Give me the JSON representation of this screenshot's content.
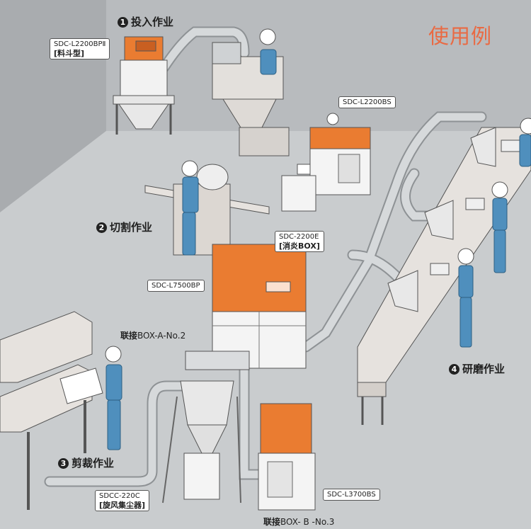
{
  "title": "使用例",
  "tasks": {
    "t1": {
      "num": "1",
      "label": "投入作业"
    },
    "t2": {
      "num": "2",
      "label": "切割作业"
    },
    "t3": {
      "num": "3",
      "label": "剪裁作业"
    },
    "t4": {
      "num": "4",
      "label": "研磨作业"
    }
  },
  "models": {
    "hopper": {
      "name": "SDC-L2200BPⅡ",
      "sub": "[料斗型]"
    },
    "l2200bs": {
      "name": "SDC-L2200BS"
    },
    "sdc2200e": {
      "name": "SDC-2200E",
      "sub": "[消炎BOX]"
    },
    "l7500bp": {
      "name": "SDC-L7500BP"
    },
    "cyclone": {
      "name": "SDCC-220C",
      "sub": "[旋风集尘器]"
    },
    "l3700bs": {
      "name": "SDC-L3700BS"
    }
  },
  "connectors": {
    "a": {
      "prefix": "联接",
      "rest": "BOX-A-No.2"
    },
    "b": {
      "prefix": "联接",
      "rest": "BOX- B -No.3"
    }
  },
  "colors": {
    "accent": "#e96a43",
    "unit_orange": "#ea7c31",
    "floor": "#c9ccce",
    "duct": "#cfd2d4"
  }
}
